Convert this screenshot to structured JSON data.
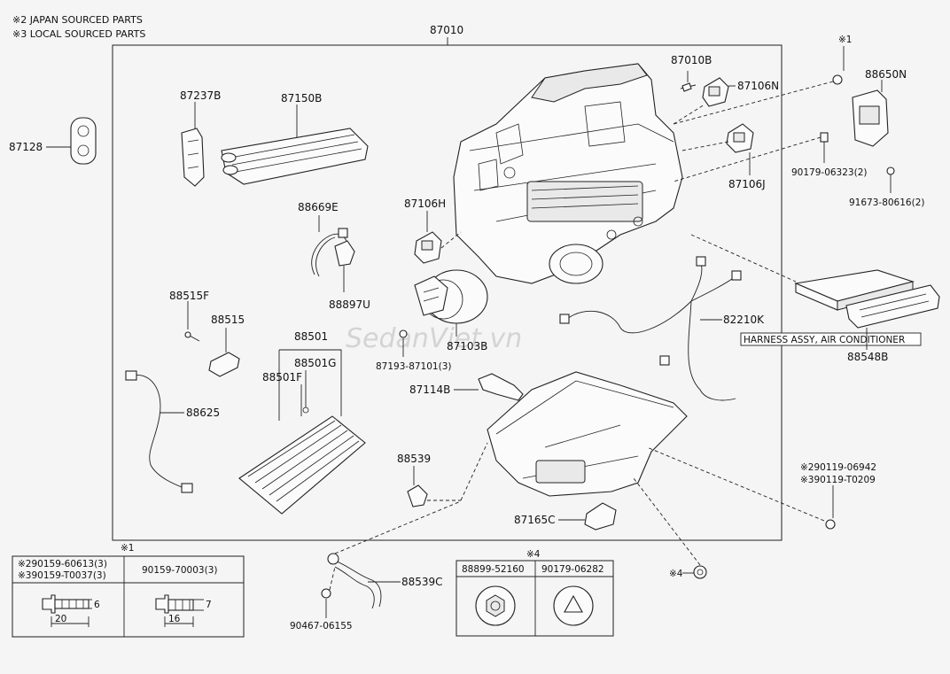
{
  "notes": {
    "japan": "※2 JAPAN SOURCED PARTS",
    "local": "※3 LOCAL SOURCED PARTS"
  },
  "labels": {
    "assembly": "87010",
    "p87010b": "87010B",
    "p87106n": "87106N",
    "p87106j": "87106J",
    "p87106h": "87106H",
    "p87237b": "87237B",
    "p87150b": "87150B",
    "p87128": "87128",
    "p88669e": "88669E",
    "p88897u": "88897U",
    "p88515f": "88515F",
    "p88515": "88515",
    "p88501": "88501",
    "p88501g": "88501G",
    "p88501f": "88501F",
    "p88625": "88625",
    "p87103b": "87103B",
    "p87193": "87193-87101(3)",
    "p87114b": "87114B",
    "p88539": "88539",
    "p87165c": "87165C",
    "p82210k": "82210K",
    "p88548b": "88548B",
    "p88650n": "88650N",
    "p90179a": "90179-06323(2)",
    "p91673": "91673-80616(2)",
    "p290119": "※290119-06942",
    "p390119": "※390119-T0209",
    "p88539c": "88539C",
    "p90467": "90467-06155",
    "mark1_top": "※1",
    "mark4_right": "※4"
  },
  "tooltip": "HARNESS ASSY, AIR CONDITIONER",
  "watermark": "SedanViet.vn",
  "table1": {
    "mark": "※1",
    "col1_line1": "※290159-60613(3)",
    "col1_line2": "※390159-T0037(3)",
    "col2": "90159-70003(3)",
    "dims": {
      "a_len": "20",
      "a_dia": "6",
      "b_len": "16",
      "b_dia": "7"
    }
  },
  "table4": {
    "mark": "※4",
    "col1": "88899-52160",
    "col2": "90179-06282"
  }
}
